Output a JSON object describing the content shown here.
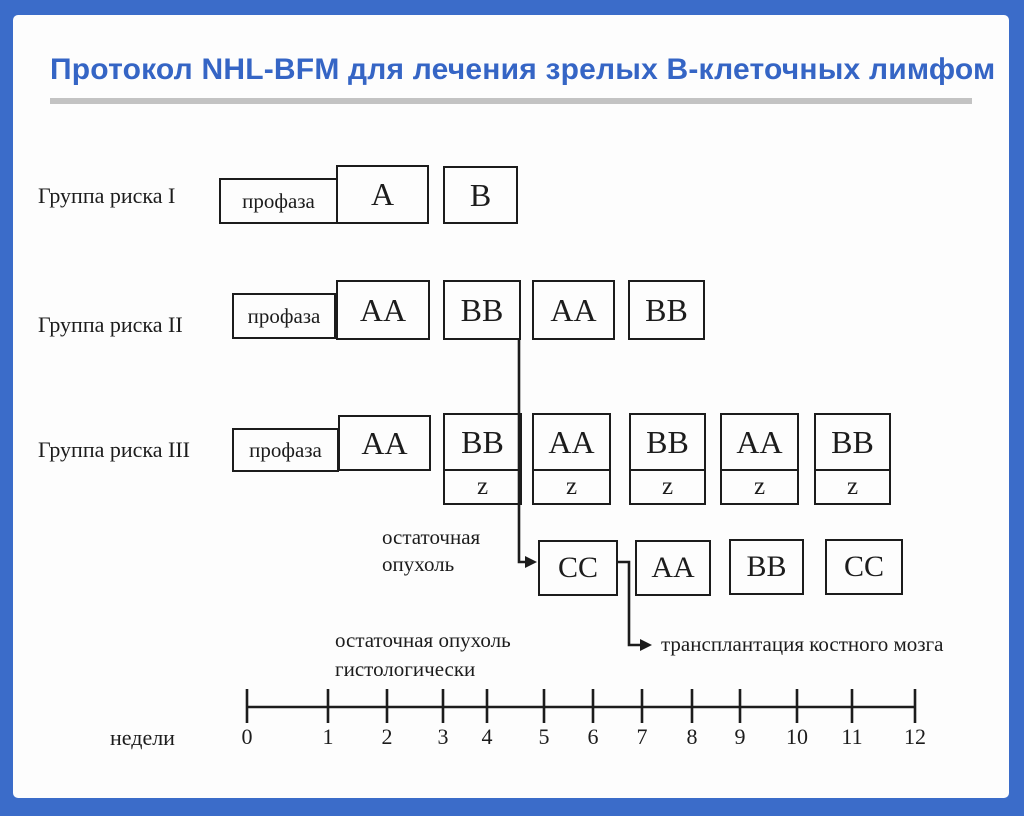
{
  "page": {
    "title": "Протокол NHL-BFM для лечения зрелых В-клеточных лимфом"
  },
  "colors": {
    "frame_blue": "#3b6cc9",
    "title_blue": "#3565c5",
    "rule_gray": "#c3c3c3",
    "ink": "#1c1c1c",
    "panel_white": "#fdfdfd"
  },
  "diagram": {
    "rows": [
      {
        "label": "Группа риска I",
        "prophase": "профаза",
        "boxes": [
          "A",
          "B"
        ]
      },
      {
        "label": "Группа риска II",
        "prophase": "профаза",
        "boxes": [
          "AA",
          "BB",
          "AA",
          "BB"
        ]
      },
      {
        "label": "Группа риска III",
        "prophase": "профаза",
        "boxes": [
          "AA",
          "BB",
          "AA",
          "BB",
          "AA",
          "BB"
        ],
        "z_label": "z",
        "z_from": 1
      }
    ],
    "relapse_row": {
      "boxes": [
        "CC",
        "AA",
        "BB",
        "CC"
      ]
    },
    "annotations": {
      "residual_tumor_line1": "остаточная",
      "residual_tumor_line2": "опухоль",
      "residual_histology_line1": "остаточная опухоль",
      "residual_histology_line2": "гистологически",
      "transplant": "трансплантация костного мозга"
    },
    "timeline": {
      "axis_label": "недели",
      "ticks": [
        "0",
        "1",
        "2",
        "3",
        "4",
        "5",
        "6",
        "7",
        "8",
        "9",
        "10",
        "11",
        "12"
      ]
    }
  }
}
